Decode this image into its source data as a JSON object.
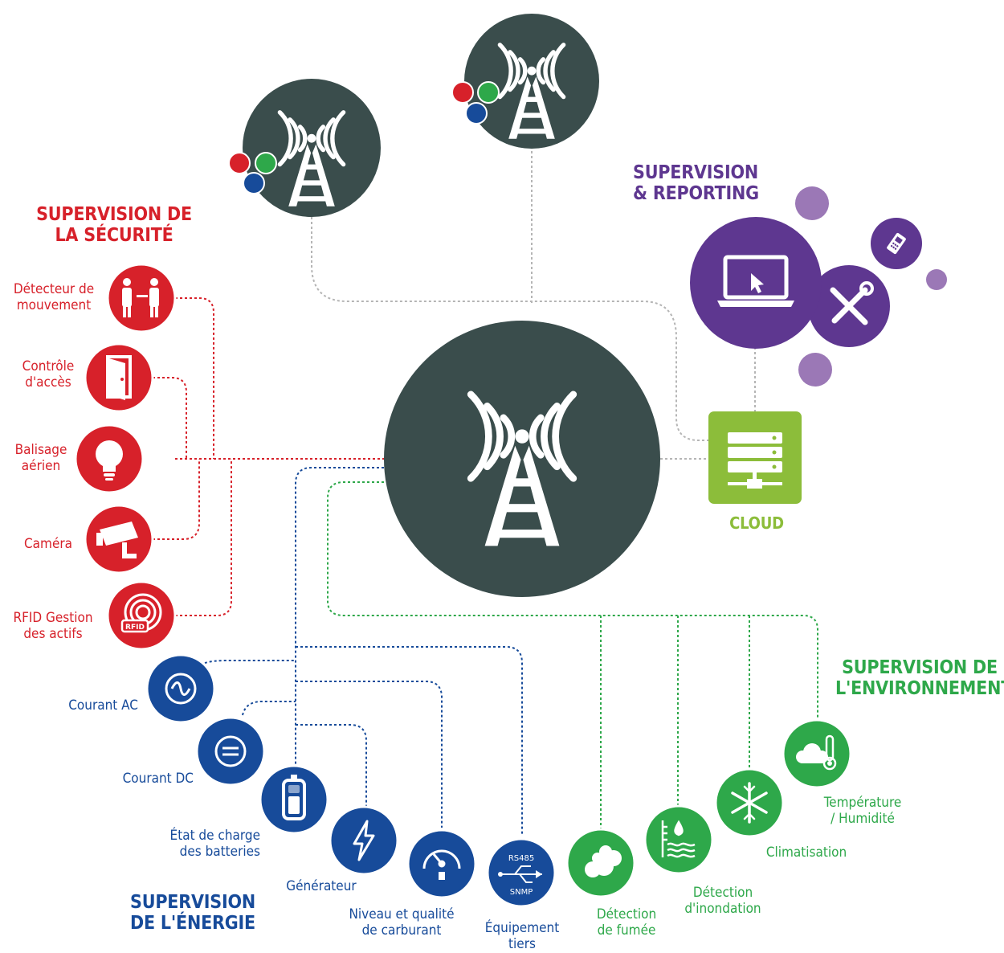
{
  "colors": {
    "tower": "#3a4d4c",
    "security": "#d7212a",
    "energy": "#174b9a",
    "environment": "#2ea84a",
    "reporting": "#5e3790",
    "cloud": "#8cbd3a",
    "rgb": [
      "#d7212a",
      "#2ea84a",
      "#174b9a"
    ]
  },
  "sections": {
    "security": [
      "SUPERVISION DE",
      "LA SÉCURITÉ"
    ],
    "reporting": [
      "SUPERVISION",
      "& REPORTING"
    ],
    "environment": [
      "SUPERVISION DE",
      "L'ENVIRONNEMENT"
    ],
    "energy": [
      "SUPERVISION",
      "DE L'ÉNERGIE"
    ]
  },
  "cloud": {
    "label": "CLOUD",
    "icon": "server-rack-icon"
  },
  "security_items": [
    {
      "lines": [
        "Détecteur de",
        "mouvement"
      ],
      "icon": "motion-detector-icon"
    },
    {
      "lines": [
        "Contrôle",
        "d'accès"
      ],
      "icon": "door-icon"
    },
    {
      "lines": [
        "Balisage",
        "aérien"
      ],
      "icon": "light-bulb-icon"
    },
    {
      "lines": [
        "Caméra"
      ],
      "icon": "camera-icon"
    },
    {
      "lines": [
        "RFID Gestion",
        "des actifs"
      ],
      "icon": "rfid-icon"
    }
  ],
  "energy_items": [
    {
      "lines": [
        "Courant AC"
      ],
      "icon": "ac-current-icon"
    },
    {
      "lines": [
        "Courant DC"
      ],
      "icon": "dc-current-icon"
    },
    {
      "lines": [
        "État de charge",
        "des batteries"
      ],
      "icon": "battery-icon"
    },
    {
      "lines": [
        "Générateur"
      ],
      "icon": "lightning-icon"
    },
    {
      "lines": [
        "Niveau et qualité",
        "de carburant"
      ],
      "icon": "fuel-gauge-icon"
    },
    {
      "lines": [
        "Équipement",
        "tiers"
      ],
      "icon": "usb-protocol-icon",
      "badge_top": "RS485",
      "badge_bottom": "SNMP"
    }
  ],
  "environment_items": [
    {
      "lines": [
        "Détection",
        "de fumée"
      ],
      "icon": "smoke-icon"
    },
    {
      "lines": [
        "Détection",
        "d'inondation"
      ],
      "icon": "flood-icon"
    },
    {
      "lines": [
        "Climatisation"
      ],
      "icon": "snowflake-icon"
    },
    {
      "lines": [
        "Température",
        "/ Humidité"
      ],
      "icon": "temperature-humidity-icon"
    }
  ],
  "reporting_icons": [
    "laptop-icon",
    "tools-icon",
    "phone-icon"
  ],
  "tower_icons": [
    "tower-icon"
  ]
}
